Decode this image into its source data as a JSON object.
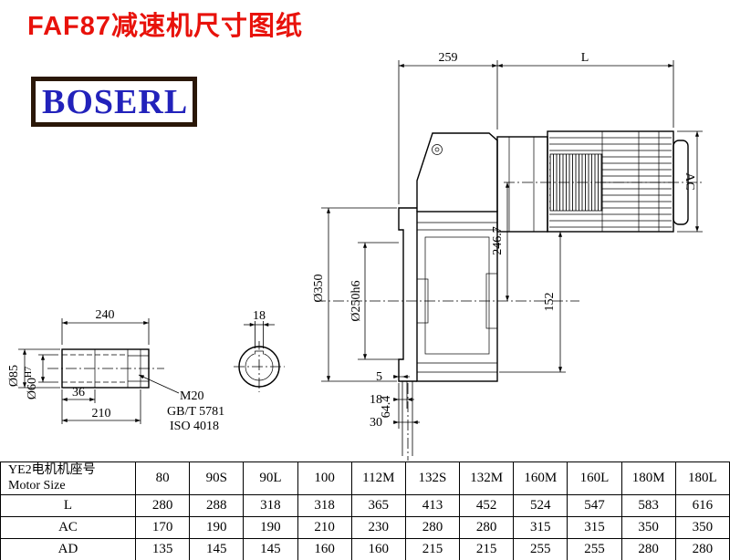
{
  "page": {
    "title": "FAF87减速机尺寸图纸",
    "title_color": "#e8120b",
    "logo_text": "BOSERL",
    "logo_text_color": "#2222bb",
    "logo_border_color": "#2a1708"
  },
  "drawing": {
    "main_dims": {
      "d259": "259",
      "dL": "L",
      "dAC": "AC",
      "d350": "Ø350",
      "d250": "Ø250h6",
      "d246": "246.7",
      "d152": "152",
      "d5": "5",
      "d18": "18",
      "d30": "30",
      "d64": "64.4"
    },
    "shaft_dims": {
      "d240": "240",
      "d18key": "18",
      "d85": "Ø85",
      "d60": "Ø60",
      "d60tol": "H7",
      "d36": "36",
      "d210": "210",
      "thread": "M20",
      "std1": "GB/T 5781",
      "std2": "ISO 4018"
    }
  },
  "table": {
    "header_cn": "YE2电机机座号",
    "header_en": "Motor Size",
    "columns": [
      "80",
      "90S",
      "90L",
      "100",
      "112M",
      "132S",
      "132M",
      "160M",
      "160L",
      "180M",
      "180L"
    ],
    "rows": [
      {
        "label": "L",
        "values": [
          "280",
          "288",
          "318",
          "318",
          "365",
          "413",
          "452",
          "524",
          "547",
          "583",
          "616"
        ]
      },
      {
        "label": "AC",
        "values": [
          "170",
          "190",
          "190",
          "210",
          "230",
          "280",
          "280",
          "315",
          "315",
          "350",
          "350"
        ]
      },
      {
        "label": "AD",
        "values": [
          "135",
          "145",
          "145",
          "160",
          "160",
          "215",
          "215",
          "255",
          "255",
          "280",
          "280"
        ]
      }
    ]
  }
}
